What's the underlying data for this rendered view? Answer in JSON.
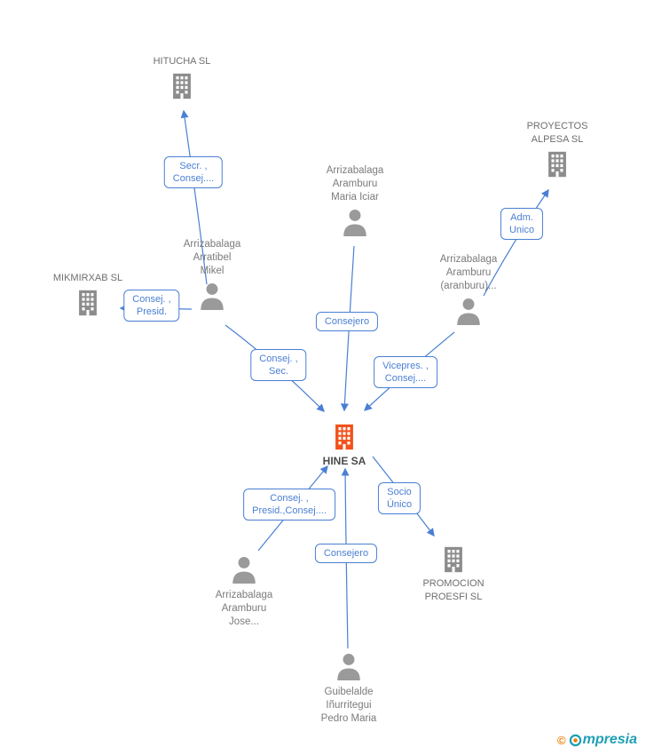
{
  "colors": {
    "accent_blue": "#4a7fd4",
    "node_gray": "#8c8c8c",
    "center_orange": "#f1511b",
    "label_gray": "#7b7b7b",
    "logo_teal": "#1f9fb5",
    "logo_orange": "#f07d00"
  },
  "companies": [
    {
      "id": "hitucha",
      "lines": [
        "HITUCHA SL"
      ]
    },
    {
      "id": "proyectos-alpesa",
      "lines": [
        "PROYECTOS",
        "ALPESA SL"
      ]
    },
    {
      "id": "mikmirxab",
      "lines": [
        "MIKMIRXAB SL"
      ]
    },
    {
      "id": "hine",
      "lines": [
        "HINE SA"
      ]
    },
    {
      "id": "promocion-proesfi",
      "lines": [
        "PROMOCION",
        "PROESFI SL"
      ]
    }
  ],
  "people": [
    {
      "id": "maria-iciar",
      "lines": [
        "Arrizabalaga",
        "Aramburu",
        "Maria Iciar"
      ]
    },
    {
      "id": "mikel",
      "lines": [
        "Arrizabalaga",
        "Arratibel",
        "Mikel"
      ]
    },
    {
      "id": "aranburu",
      "lines": [
        "Arrizabalaga",
        "Aramburu",
        "(aranburu)..."
      ]
    },
    {
      "id": "jose",
      "lines": [
        "Arrizabalaga",
        "Aramburu",
        "Jose..."
      ]
    },
    {
      "id": "pedro-maria",
      "lines": [
        "Guibelalde",
        "Iñurritegui",
        "Pedro Maria"
      ]
    }
  ],
  "roles": [
    {
      "lines": [
        "Secr. ,",
        "Consej...."
      ]
    },
    {
      "lines": [
        "Adm.",
        "Unico"
      ]
    },
    {
      "lines": [
        "Consej. ,",
        "Presid."
      ]
    },
    {
      "lines": [
        "Consejero"
      ]
    },
    {
      "lines": [
        "Consej. ,",
        "Sec."
      ]
    },
    {
      "lines": [
        "Vicepres. ,",
        "Consej...."
      ]
    },
    {
      "lines": [
        "Socio",
        "Único"
      ]
    },
    {
      "lines": [
        "Consej. ,",
        "Presid.,Consej...."
      ]
    },
    {
      "lines": [
        "Consejero"
      ]
    }
  ],
  "edges": [
    {
      "from": "mikel",
      "to": "hitucha",
      "role": "Secr. , Consej...."
    },
    {
      "from": "mikel",
      "to": "mikmirxab",
      "role": "Consej. , Presid."
    },
    {
      "from": "mikel",
      "to": "hine",
      "role": "Consej. , Sec."
    },
    {
      "from": "maria-iciar",
      "to": "hine",
      "role": "Consejero"
    },
    {
      "from": "aranburu",
      "to": "hine",
      "role": "Vicepres. , Consej...."
    },
    {
      "from": "aranburu",
      "to": "proyectos-alpesa",
      "role": "Adm. Unico"
    },
    {
      "from": "hine",
      "to": "promocion-proesfi",
      "role": "Socio Único"
    },
    {
      "from": "jose",
      "to": "hine",
      "role": "Consej. , Presid.,Consej...."
    },
    {
      "from": "pedro-maria",
      "to": "hine",
      "role": "Consejero"
    }
  ],
  "logo": {
    "copyright": "©",
    "brand_rest": "mpresia"
  }
}
